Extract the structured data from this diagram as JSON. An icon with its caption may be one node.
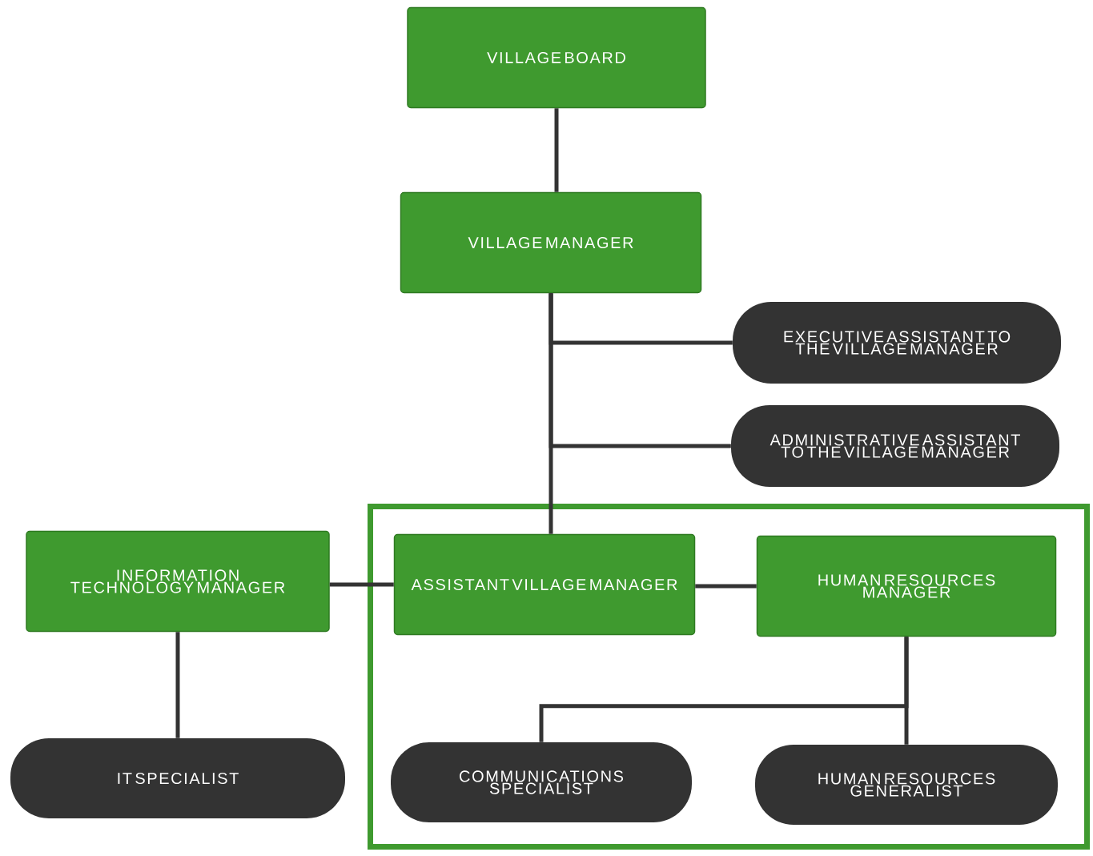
{
  "diagram": {
    "nodes": [
      {
        "text": [
          "VILLAGE BOARD"
        ]
      },
      {
        "text": [
          "VILLAGE MANAGER"
        ]
      },
      {
        "text": [
          "EXECUTIVE ASSISTANT TO THE VILLAGE MANAGER"
        ]
      },
      {
        "text": [
          "ADMINISTRATIVE ASSISTANT TO THE VILLAGE MANAGER"
        ]
      },
      {
        "text": [],
        "shape": "box"
      },
      {
        "text": [
          "INFORMATION TECHNOLOGY MANAGER"
        ]
      },
      {
        "text": [
          "ASSISTANT VILLAGE MANAGER"
        ],
        "in": 4
      },
      {
        "text": [
          "HUMAN RESOURCES MANAGER"
        ],
        "in": 4
      },
      {
        "text": [
          "IT SPECIALIST"
        ]
      },
      {
        "text": [
          "COMMUNICATIONS SPECIALIST"
        ],
        "in": 4
      },
      {
        "text": [
          "HUMAN RESOURCES GENERALIST"
        ],
        "in": 4
      }
    ],
    "edges": [
      {
        "from": 0,
        "to": 1,
        "arrow": "none"
      },
      {
        "from": 1,
        "to": 2,
        "arrow": "none"
      },
      {
        "from": 1,
        "to": 3,
        "arrow": "none"
      },
      {
        "from": 1,
        "to": 6,
        "arrow": "none"
      },
      {
        "from": 5,
        "to": 6,
        "arrow": "none"
      },
      {
        "from": 6,
        "to": 7,
        "arrow": "none"
      },
      {
        "from": 5,
        "to": 8,
        "arrow": "none"
      },
      {
        "from": 7,
        "to": 9,
        "arrow": "none"
      },
      {
        "from": 7,
        "to": 10,
        "arrow": "none"
      }
    ]
  }
}
